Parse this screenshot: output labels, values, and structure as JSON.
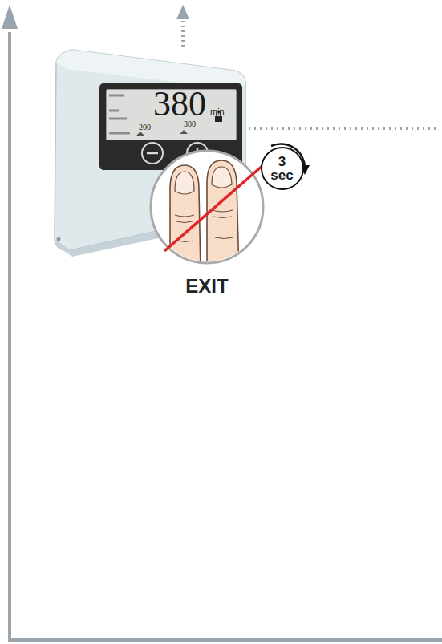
{
  "diagram": {
    "nodes": [
      {
        "text": [
          "380",
          "min",
          "200",
          "380"
        ]
      },
      {
        "text": [
          "3 sec"
        ]
      }
    ],
    "edges": [],
    "labels": [
      "EXIT"
    ]
  }
}
